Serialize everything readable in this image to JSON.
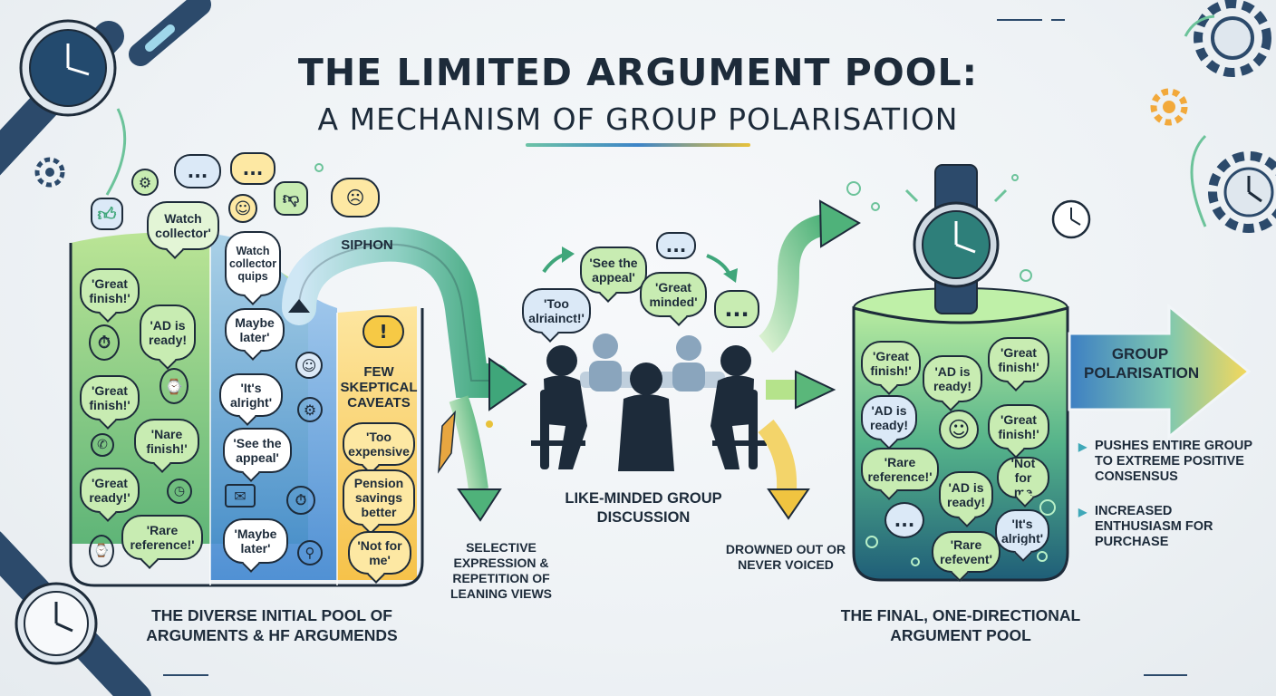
{
  "title": {
    "line1": "THE LIMITED ARGUMENT POOL:",
    "line2": "A MECHANISM OF GROUP POLARISATION"
  },
  "left_pool": {
    "top_bubbles": [
      "Watch collector'",
      "Watch collector quips"
    ],
    "green_bubbles": [
      "'Great finish!'",
      "'AD is ready!",
      "'Great finish!'",
      "'Nare finish!'",
      "'Great ready!'",
      "'Rare reference!'"
    ],
    "blue_bubbles": [
      "Maybe later'",
      "'It's alright'",
      "'See the appeal'",
      "'Maybe later'"
    ],
    "yellow_panel_title": "FEW SKEPTICAL CAVEATS",
    "yellow_bubbles": [
      "'Too expensive",
      "Pension savings better",
      "'Not for me'"
    ],
    "caption": "THE DIVERSE INITIAL POOL OF ARGUMENTS & HF ARGUMENDS",
    "icon_dots": "..."
  },
  "siphon": {
    "label": "SIPHON",
    "caption": "SELECTIVE EXPRESSION & REPETITION OF LEANING VIEWS"
  },
  "discussion": {
    "bubbles": [
      "'See the appeal'",
      "'Too alriainct!'",
      "'Great minded'"
    ],
    "caption": "LIKE-MINDED GROUP DISCUSSION",
    "drowned_caption": "DROWNED OUT OR NEVER VOICED",
    "icon_dots": "..."
  },
  "final_pool": {
    "bubbles": [
      "'Great finish!'",
      "'AD is ready!",
      "'Great finish!'",
      "'AD is ready!",
      "'Great finish!'",
      "'Rare reference!'",
      "'Not for me",
      "'AD is ready!",
      "'It's alright'",
      "'Rare refevent'"
    ],
    "caption": "THE FINAL, ONE-DIRECTIONAL ARGUMENT POOL",
    "icon_dots": "..."
  },
  "outcome": {
    "arrow_label": "GROUP POLARISATION",
    "bullets": [
      "PUSHES ENTIRE GROUP TO EXTREME POSITIVE CONSENSUS",
      "INCREASED ENTHUSIASM FOR PURCHASE"
    ]
  },
  "colors": {
    "ink": "#1d2b3a",
    "green": "#8fd06a",
    "blue": "#5a9fd8",
    "yellow": "#f6c945",
    "teal": "#2e7f7a"
  }
}
